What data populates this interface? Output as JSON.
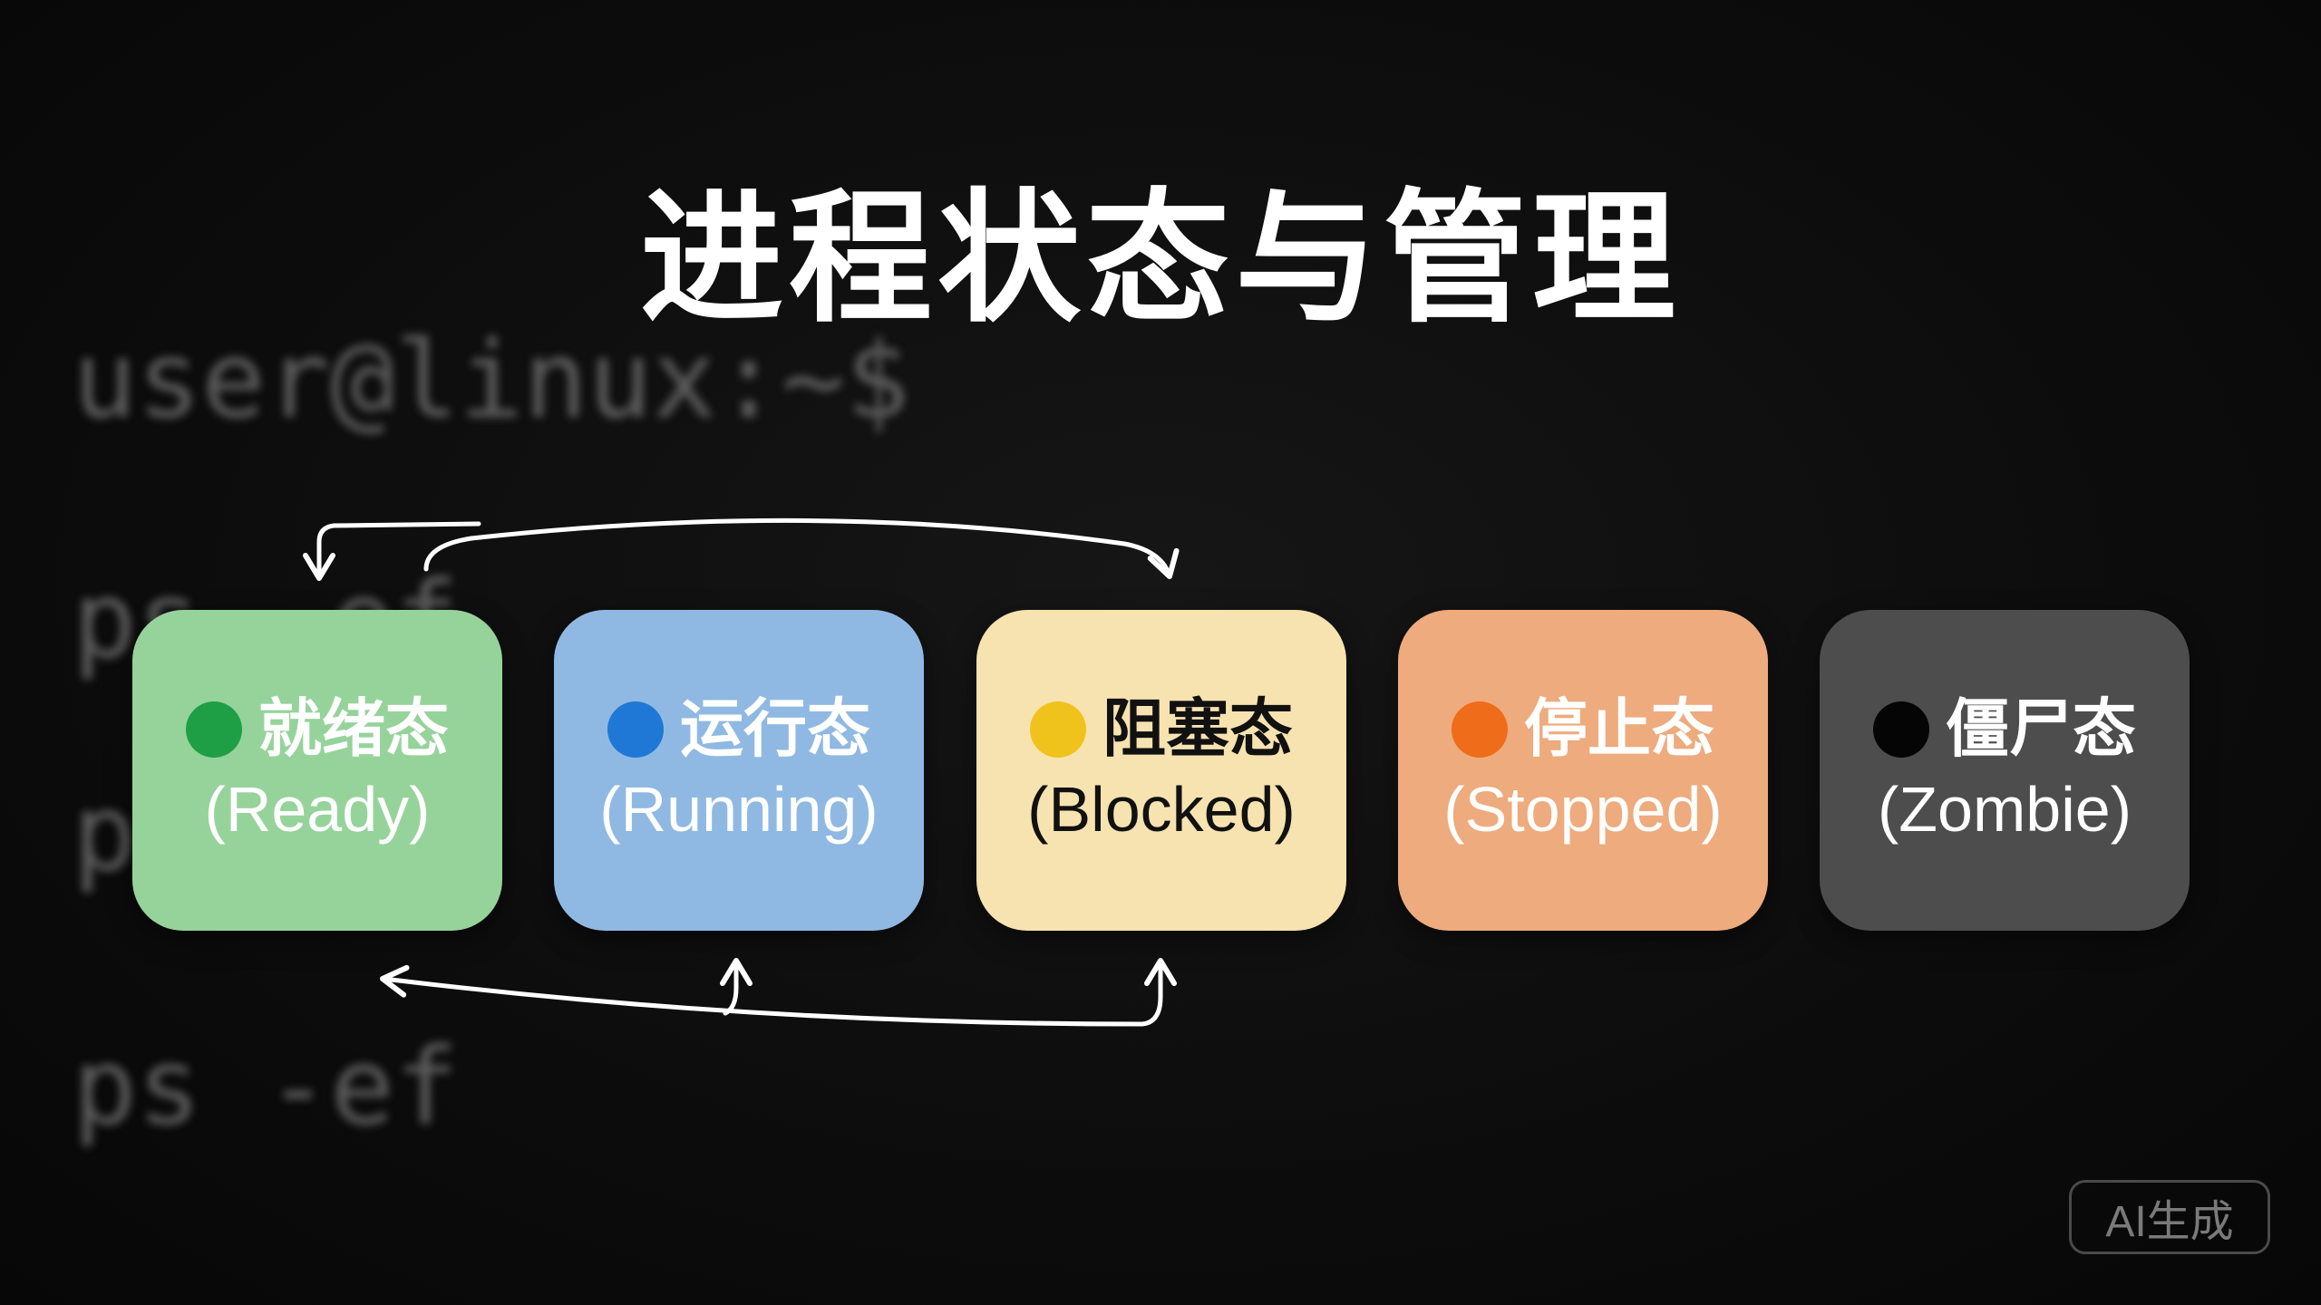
{
  "title": "进程状态与管理",
  "terminal": {
    "prompt": "user@linux:~$",
    "commands": [
      "ps -ef",
      "ps -ef",
      "ps -ef"
    ]
  },
  "states": [
    {
      "id": "ready",
      "name": "就绪态",
      "english": "(Ready)",
      "color": "#96d39b",
      "dot": "#1f9f45",
      "text_color": "#ffffff",
      "name_color": "#ffffff"
    },
    {
      "id": "running",
      "name": "运行态",
      "english": "(Running)",
      "color": "#8fb9e3",
      "dot": "#1f78d6",
      "text_color": "#ffffff",
      "name_color": "#ffffff"
    },
    {
      "id": "blocked",
      "name": "阻塞态",
      "english": "(Blocked)",
      "color": "#f7e3b0",
      "dot": "#f0c21c",
      "text_color": "#111111",
      "name_color": "#111111"
    },
    {
      "id": "stopped",
      "name": "停止态",
      "english": "(Stopped)",
      "color": "#eeab7d",
      "dot": "#ef6c1a",
      "text_color": "#ffffff",
      "name_color": "#ffffff"
    },
    {
      "id": "zombie",
      "name": "僵尸态",
      "english": "(Zombie)",
      "color": "#4d4d4d",
      "dot": "#050505",
      "text_color": "#ffffff",
      "name_color": "#ffffff"
    }
  ],
  "badge": "AI生成",
  "colors": {
    "background": "#0b0b0b",
    "arrow": "#ffffff"
  }
}
